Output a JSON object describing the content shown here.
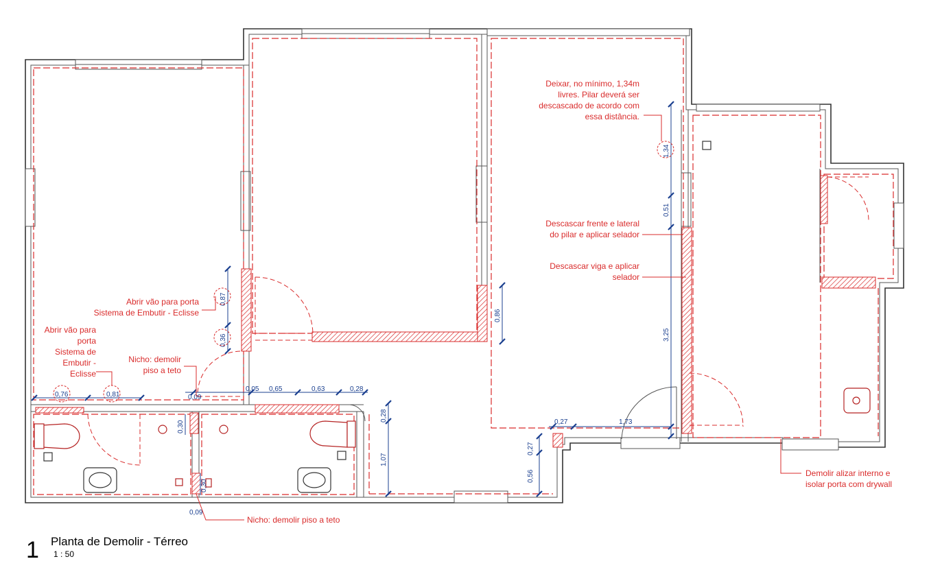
{
  "title": {
    "number": "1",
    "name": "Planta de Demolir - Térreo",
    "scale": "1 : 50"
  },
  "notes": {
    "n_leave_clear": [
      "Deixar, no mínimo, 1,34m",
      "livres. Pilar deverá ser",
      "descascado de acordo com",
      "essa distância."
    ],
    "n_pillar": [
      "Descascar frente e lateral",
      "do pilar e aplicar selador"
    ],
    "n_beam": [
      "Descascar viga e aplicar",
      "selador"
    ],
    "n_door_upper": [
      "Abrir vão para porta",
      "Sistema de Embutir - Eclisse"
    ],
    "n_door_left": [
      "Abrir vão para",
      "porta",
      "Sistema de",
      "Embutir -",
      "Eclisse"
    ],
    "n_niche_top": [
      "Nicho: demolir",
      "piso a teto"
    ],
    "n_niche_bottom": [
      "Nicho: demolir piso a teto"
    ],
    "n_alizar": [
      "Demolir alizar interno e",
      "isolar porta com drywall"
    ]
  },
  "dimensions": {
    "d134": "1,34",
    "d051": "0,51",
    "d325": "3,25",
    "d086": "0,86",
    "d087": "0,87",
    "d036": "0,36",
    "d076": "0,76",
    "d081": "0,81",
    "d009a": "0,09",
    "d005": "0,05",
    "d065": "0,65",
    "d063": "0,63",
    "d028a": "0,28",
    "d028b": "0,28",
    "d030a": "0,30",
    "d030b": "0,30",
    "d009b": "0,09",
    "d107": "1,07",
    "d027a": "0,27",
    "d173": "1,73",
    "d027b": "0,27",
    "d056": "0,56"
  }
}
